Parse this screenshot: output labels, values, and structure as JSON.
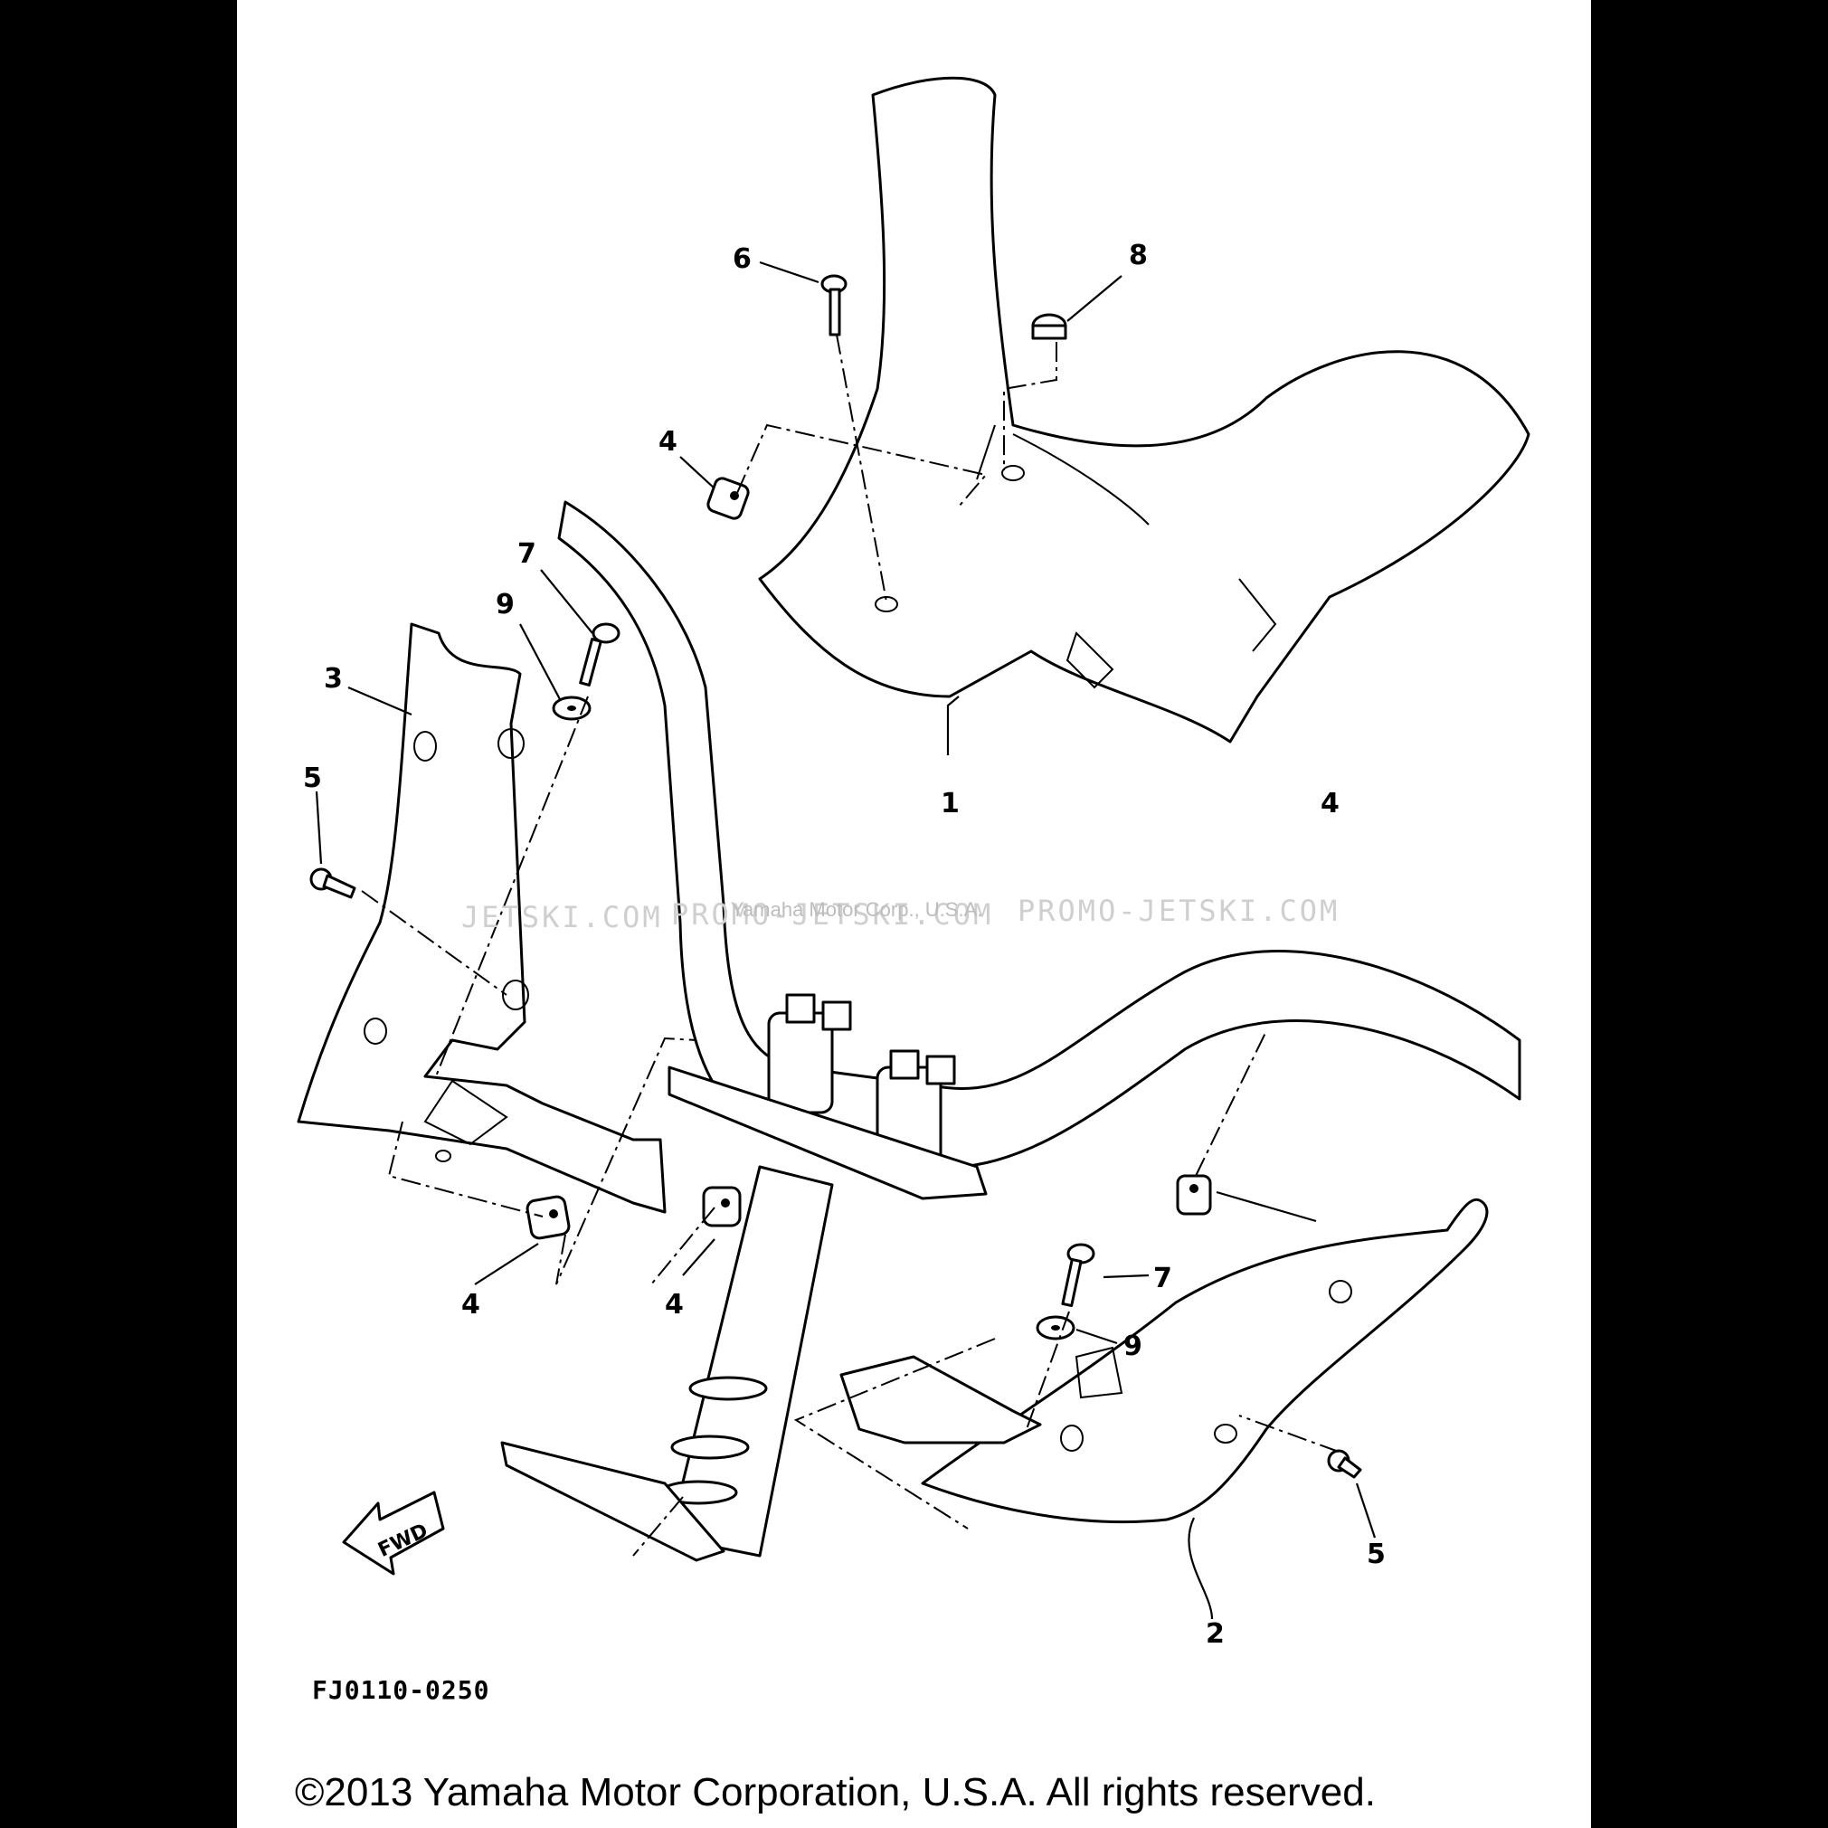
{
  "diagram": {
    "callouts": {
      "c1": "1",
      "c2": "2",
      "c3": "3",
      "c4a": "4",
      "c4b": "4",
      "c4c": "4",
      "c4d": "4",
      "c5a": "5",
      "c5b": "5",
      "c6": "6",
      "c7a": "7",
      "c7b": "7",
      "c8": "8",
      "c9a": "9",
      "c9b": "9"
    },
    "fwd_label": "FWD",
    "figure_code": "FJ0110-0250"
  },
  "watermark": {
    "left": "JETSKI.COM",
    "middle": "PROMO-JETSKI.COM",
    "right": "PROMO-JETSKI.COM",
    "overlay": "Yamaha Motor Corp., U.S.A."
  },
  "footer": {
    "copyright": "©2013 Yamaha Motor Corporation, U.S.A. All rights reserved."
  }
}
